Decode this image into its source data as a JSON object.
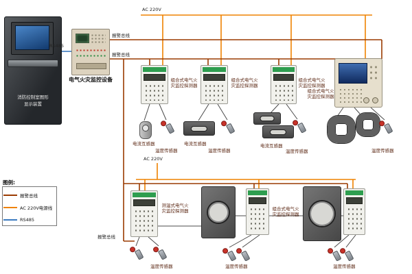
{
  "legend": {
    "title": "图例:",
    "items": [
      {
        "id": "alarm-bus",
        "label": "报警总线",
        "color": "#9a3a00"
      },
      {
        "id": "ac-power-line",
        "label": "AC 220V电源线",
        "color": "#ef8200"
      },
      {
        "id": "rs485",
        "label": "RS485",
        "color": "#3a7abf"
      }
    ]
  },
  "wiring": {
    "ac_power": "AC 220V",
    "alarm_bus": "报警总线",
    "rs485": "RS485"
  },
  "devices": {
    "workstation": {
      "label_lines": [
        "消防控制室图形",
        "显示装置"
      ]
    },
    "controller": {
      "label": "电气火灾监控设备"
    },
    "combined_detector": {
      "label_lines": [
        "组合式电气火",
        "灾监控探测器"
      ]
    },
    "temp_detector": {
      "label_lines": [
        "测温式电气火",
        "灾监控探测器"
      ]
    },
    "current_transformer": {
      "label": "电流互感器"
    },
    "temperature_sensor": {
      "label": "温度传感器"
    }
  }
}
